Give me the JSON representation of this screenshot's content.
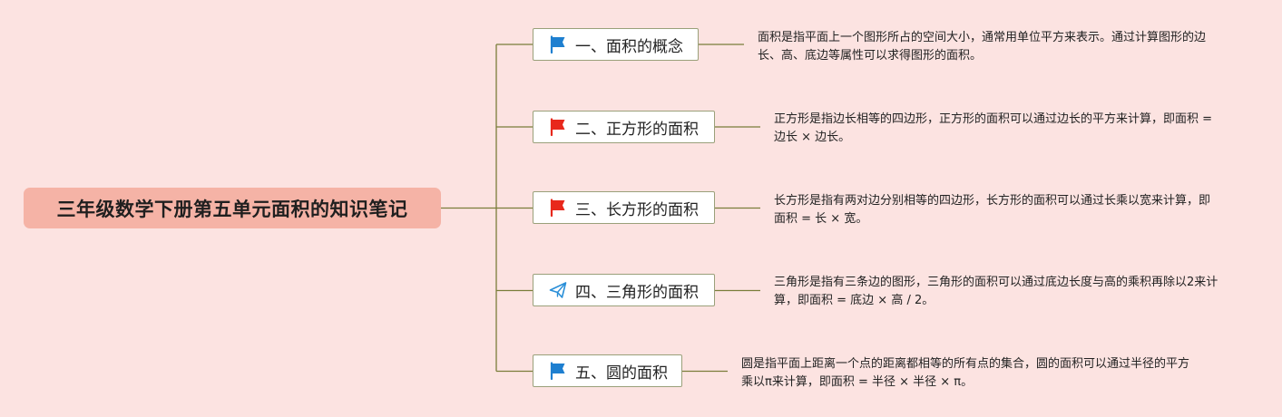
{
  "root": {
    "title": "三年级数学下册第五单元面积的知识笔记"
  },
  "topics": [
    {
      "label": "一、面积的概念",
      "icon": "blue-flag-icon",
      "icon_color": "#1e7fd0",
      "desc": "面积是指平面上一个图形所占的空间大小，通常用单位平方来表示。通过计算图形的边长、高、底边等属性可以求得图形的面积。"
    },
    {
      "label": "二、正方形的面积",
      "icon": "red-flag-icon",
      "icon_color": "#e8281c",
      "desc": "正方形是指边长相等的四边形，正方形的面积可以通过边长的平方来计算，即面积 = 边长 × 边长。"
    },
    {
      "label": "三、长方形的面积",
      "icon": "red-flag-icon",
      "icon_color": "#e8281c",
      "desc": "长方形是指有两对边分别相等的四边形，长方形的面积可以通过长乘以宽来计算，即面积 = 长 × 宽。"
    },
    {
      "label": "四、三角形的面积",
      "icon": "paper-plane-icon",
      "icon_color": "#2a8fd8",
      "desc": "三角形是指有三条边的图形，三角形的面积可以通过底边长度与高的乘积再除以2来计算，即面积 = 底边 × 高 / 2。"
    },
    {
      "label": "五、圆的面积",
      "icon": "blue-flag-icon",
      "icon_color": "#1e7fd0",
      "desc": "圆是指平面上距离一个点的距离都相等的所有点的集合，圆的面积可以通过半径的平方乘以π来计算，即面积 = 半径 × 半径 × π。"
    }
  ],
  "colors": {
    "background": "#fce3e1",
    "root_fill": "#f5b3a6",
    "connector": "#7a7d3a",
    "topic_border": "#9aa07a"
  }
}
